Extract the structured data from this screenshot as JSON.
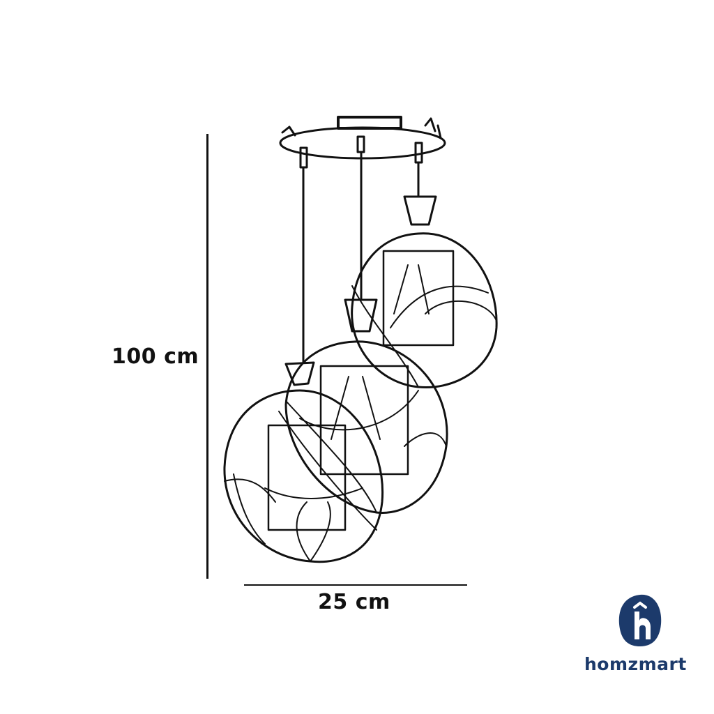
{
  "dimensions": {
    "height_label": "100 cm",
    "width_label": "25 cm"
  },
  "product": {
    "illustration": "pendant-lamp-three-globes",
    "style": "line-drawing"
  },
  "brand": {
    "name": "homzmart",
    "logo_letter": "h",
    "color": "#1c3a6b"
  }
}
